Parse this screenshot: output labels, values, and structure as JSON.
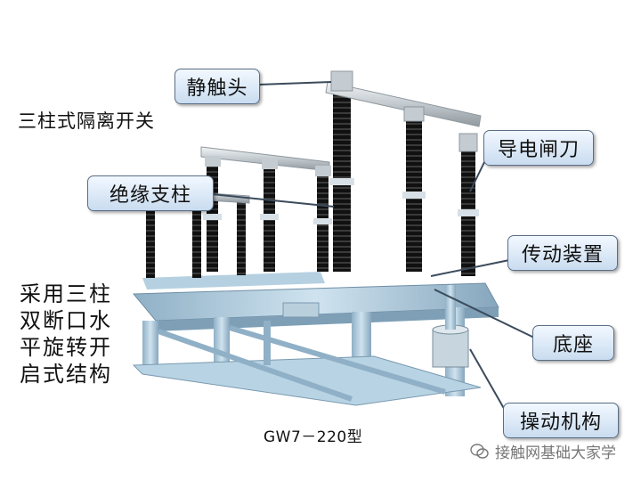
{
  "title": "三柱式隔离开关",
  "description_lines": [
    "采用三柱",
    "双断口水",
    "平旋转开",
    "启式结构"
  ],
  "caption": "GW7－220型",
  "watermark": "接触网基础大家学",
  "labels": {
    "static_contact": "静触头",
    "conductive_blade": "导电闸刀",
    "insulator_column": "绝缘支柱",
    "transmission": "传动装置",
    "base": "底座",
    "operating_mechanism": "操动机构"
  },
  "colors": {
    "insulator": "#1c1c1c",
    "frame": "#a9c7d9",
    "callout_border": "#5a6e86"
  }
}
